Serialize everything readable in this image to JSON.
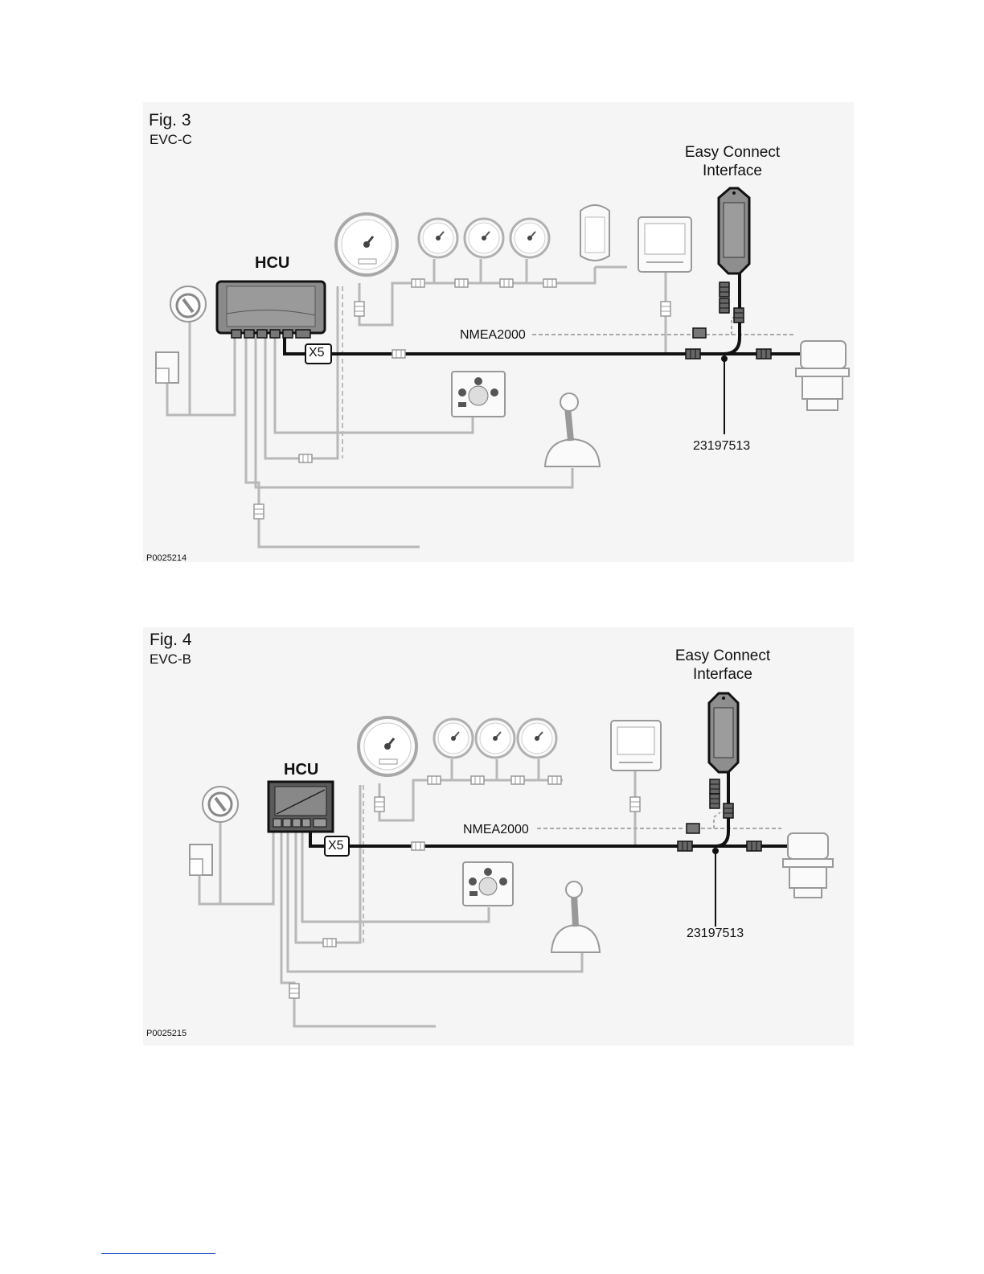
{
  "figures": [
    {
      "fig_label": "Fig. 3",
      "variant": "EVC-C",
      "interface_label_line1": "Easy Connect",
      "interface_label_line2": "Interface",
      "hcu_label": "HCU",
      "network_label": "NMEA2000",
      "connector_label": "X5",
      "part_number": "23197513",
      "image_code": "P0025214"
    },
    {
      "fig_label": "Fig. 4",
      "variant": "EVC-B",
      "interface_label_line1": "Easy Connect",
      "interface_label_line2": "Interface",
      "hcu_label": "HCU",
      "network_label": "NMEA2000",
      "connector_label": "X5",
      "part_number": "23197513",
      "image_code": "P0025215"
    }
  ],
  "colors": {
    "panel_bg": "#f5f5f5",
    "cable_light": "#b8b8b8",
    "cable_dark": "#111111",
    "device_fill": "#8a8a8a"
  }
}
